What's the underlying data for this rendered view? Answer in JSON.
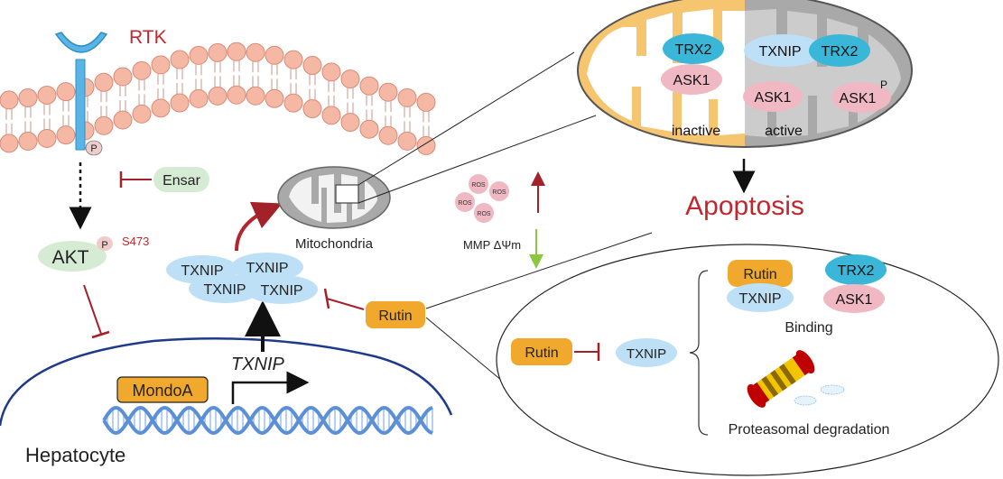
{
  "labels": {
    "rtk": "RTK",
    "phospho": "P",
    "ensar": "Ensar",
    "akt": "AKT",
    "akt_site": "S473",
    "mitochondria": "Mitochondria",
    "ros": "ROS",
    "mmp": "MMP ΔΨm",
    "apoptosis": "Apoptosis",
    "txnip": "TXNIP",
    "txnip_gene": "TXNIP",
    "trx2": "TRX2",
    "ask1": "ASK1",
    "rutin": "Rutin",
    "mondoa": "MondoA",
    "inactive": "inactive",
    "active": "active",
    "binding": "Binding",
    "proteasomal": "Proteasomal degradation",
    "hepatocyte": "Hepatocyte"
  },
  "colors": {
    "membrane_lipid": "#f4b8a4",
    "membrane_stroke": "#d98a76",
    "receptor": "#5ab4e5",
    "inhibit": "#a3222a",
    "activate_red": "#b3262e",
    "green_arrow": "#8dc63f",
    "txnip_fill": "#bde0f6",
    "trx2_fill": "#3ab7d8",
    "ask1_fill": "#f0b8c2",
    "rutin_fill": "#f0a92c",
    "ensar_fill": "#d6ebd4",
    "akt_fill": "#d6ebd4",
    "mito_gray": "#a9a9a9",
    "mito_orange": "#f6c56f",
    "nucleus_line": "#1f3a8a",
    "dna_blue": "#5b8fd6",
    "apoptosis_red": "#c0282f"
  }
}
